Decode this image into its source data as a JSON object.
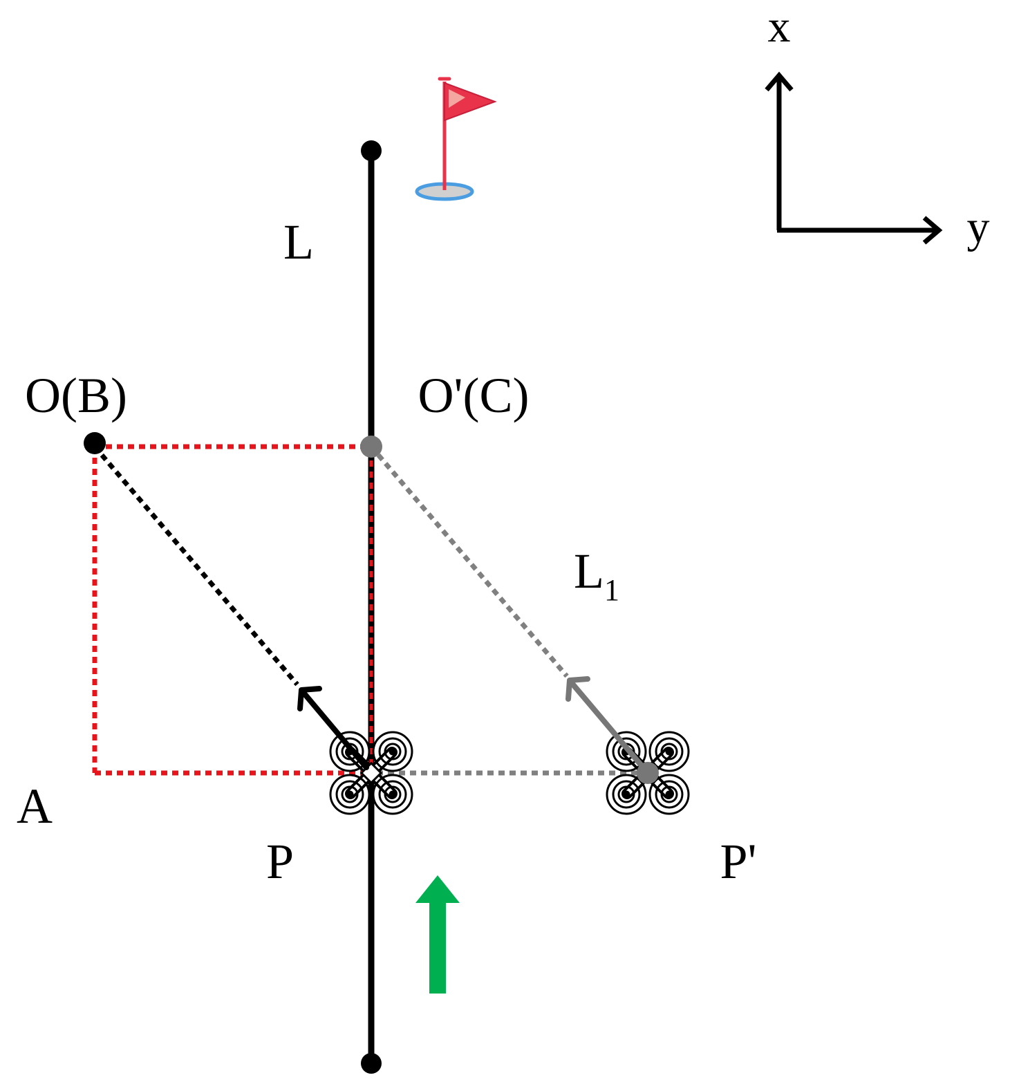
{
  "labels": {
    "axis_x": "x",
    "axis_y": "y",
    "line_L": "L",
    "point_O": "O(B)",
    "point_O_prime": "O'(C)",
    "line_L1_main": "L",
    "line_L1_sub": "1",
    "point_A": "A",
    "point_P": "P",
    "point_P_prime": "P'"
  },
  "colors": {
    "line": "#000000",
    "red_dotted": "#e8141b",
    "gray": "#808080",
    "green_arrow": "#00b050",
    "flag": "#e8334a",
    "flag_highlight": "#f4a7a0",
    "flag_base": "#4a9de0"
  },
  "icons": {
    "drone_at_P": "quadcopter-drone-icon",
    "drone_at_P_prime": "quadcopter-drone-icon",
    "goal_flag": "goal-flag-icon",
    "motion_direction": "green-up-arrow-icon"
  }
}
